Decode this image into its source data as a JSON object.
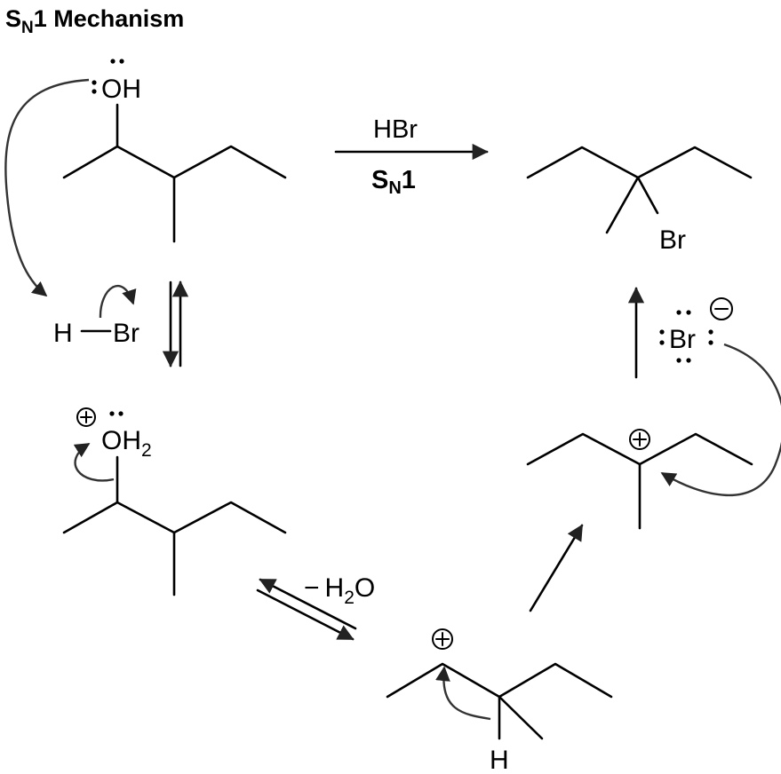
{
  "title": {
    "main": "S",
    "sub": "N",
    "rest": "1 Mechanism"
  },
  "reagents": {
    "acid": "HBr",
    "mech_main": "S",
    "mech_sub": "N",
    "mech_rest": "1"
  },
  "labels": {
    "oh": "OH",
    "h": "H",
    "br": "Br",
    "oh2_main": "OH",
    "oh2_sub": "2",
    "minus": "−",
    "water_h": "H",
    "water_sub": "2",
    "water_o": "O",
    "plus": "+",
    "minus_charge": "−",
    "product_br": "Br",
    "bromide": "Br",
    "hydride_h": "H"
  }
}
